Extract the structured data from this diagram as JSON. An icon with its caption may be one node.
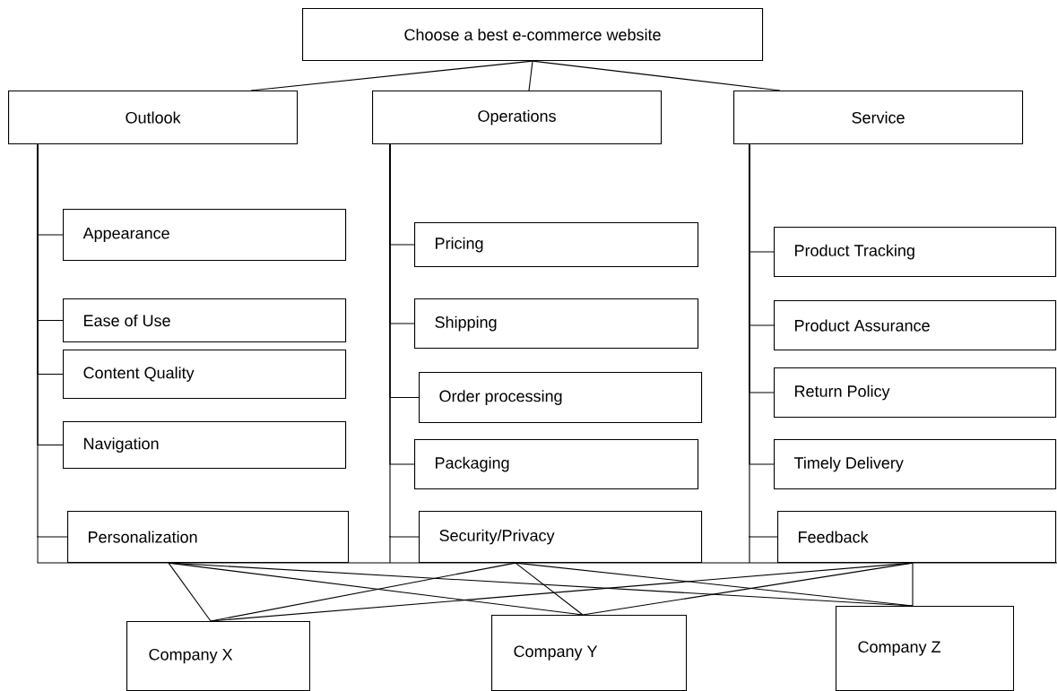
{
  "diagram": {
    "nodes": [
      {
        "text": [
          "Choose a best e-commerce website"
        ]
      },
      {
        "text": [
          "Outlook"
        ]
      },
      {
        "text": [
          "Operations"
        ]
      },
      {
        "text": [
          "Service"
        ]
      },
      {
        "text": [
          "Appearance"
        ]
      },
      {
        "text": [
          "Ease of Use"
        ]
      },
      {
        "text": [
          "Content Quality"
        ]
      },
      {
        "text": [
          "Navigation"
        ]
      },
      {
        "text": [
          "Personalization"
        ]
      },
      {
        "text": [
          "Pricing"
        ]
      },
      {
        "text": [
          "Shipping"
        ]
      },
      {
        "text": [
          "Order processing"
        ]
      },
      {
        "text": [
          "Packaging"
        ]
      },
      {
        "text": [
          "Security/Privacy"
        ]
      },
      {
        "text": [
          "Product Tracking"
        ]
      },
      {
        "text": [
          "Product Assurance"
        ]
      },
      {
        "text": [
          "Return Policy"
        ]
      },
      {
        "text": [
          "Timely Delivery"
        ]
      },
      {
        "text": [
          "Feedback"
        ]
      },
      {
        "text": [
          "Company X"
        ]
      },
      {
        "text": [
          "Company Y"
        ]
      },
      {
        "text": [
          "Company Z"
        ]
      }
    ],
    "edges": [
      {
        "from": 0,
        "to": 1,
        "arrow": "none"
      },
      {
        "from": 0,
        "to": 2,
        "arrow": "none"
      },
      {
        "from": 0,
        "to": 3,
        "arrow": "none"
      },
      {
        "from": 1,
        "to": 4,
        "arrow": "none"
      },
      {
        "from": 1,
        "to": 5,
        "arrow": "none"
      },
      {
        "from": 1,
        "to": 6,
        "arrow": "none"
      },
      {
        "from": 1,
        "to": 7,
        "arrow": "none"
      },
      {
        "from": 1,
        "to": 8,
        "arrow": "none"
      },
      {
        "from": 2,
        "to": 9,
        "arrow": "none"
      },
      {
        "from": 2,
        "to": 10,
        "arrow": "none"
      },
      {
        "from": 2,
        "to": 11,
        "arrow": "none"
      },
      {
        "from": 2,
        "to": 12,
        "arrow": "none"
      },
      {
        "from": 2,
        "to": 13,
        "arrow": "none"
      },
      {
        "from": 3,
        "to": 14,
        "arrow": "none"
      },
      {
        "from": 3,
        "to": 15,
        "arrow": "none"
      },
      {
        "from": 3,
        "to": 16,
        "arrow": "none"
      },
      {
        "from": 3,
        "to": 17,
        "arrow": "none"
      },
      {
        "from": 3,
        "to": 18,
        "arrow": "none"
      },
      {
        "from": 8,
        "to": 19,
        "arrow": "none"
      },
      {
        "from": 8,
        "to": 20,
        "arrow": "none"
      },
      {
        "from": 8,
        "to": 21,
        "arrow": "none"
      },
      {
        "from": 13,
        "to": 19,
        "arrow": "none"
      },
      {
        "from": 13,
        "to": 20,
        "arrow": "none"
      },
      {
        "from": 13,
        "to": 21,
        "arrow": "none"
      },
      {
        "from": 18,
        "to": 19,
        "arrow": "none"
      },
      {
        "from": 18,
        "to": 20,
        "arrow": "none"
      },
      {
        "from": 18,
        "to": 21,
        "arrow": "none"
      }
    ]
  }
}
